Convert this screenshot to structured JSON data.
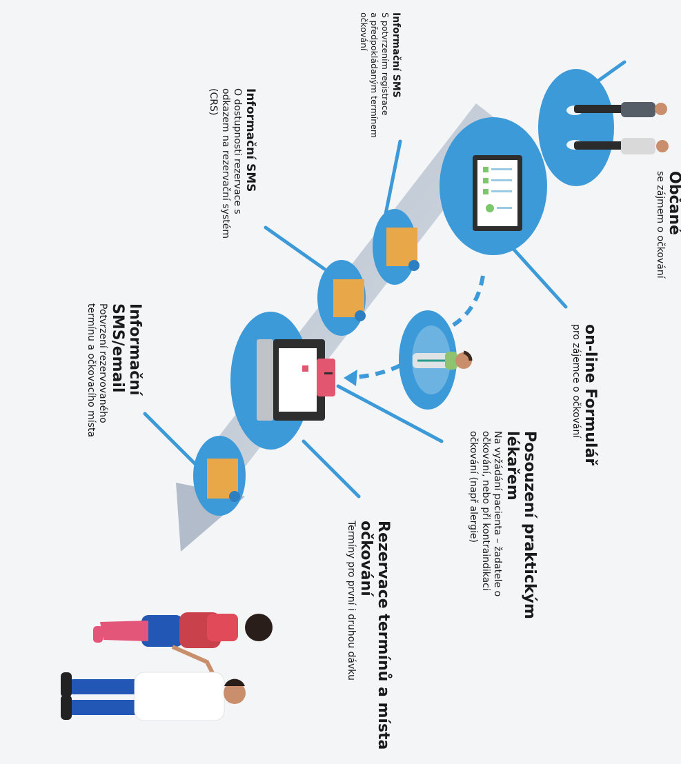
{
  "steps": {
    "obcane": {
      "title": "Občané",
      "desc": [
        "se zájmem o očkování"
      ]
    },
    "formular": {
      "title": "on-line Formulář",
      "desc": [
        "pro zájemce o očkování"
      ]
    },
    "posouzeni": {
      "title": [
        "Posouzení praktickým",
        "lékařem"
      ],
      "desc": [
        "Na vyžádání pacienta – žadatele o",
        "očkování, nebo při kontraindikaci",
        "očkování (např alergie)"
      ]
    },
    "rezervace": {
      "title": [
        "Rezervace termínů a místa",
        "očkování"
      ],
      "desc": [
        "Termíny pro první i druhou dávku"
      ]
    }
  },
  "messages": {
    "sms1": {
      "title": "Informační SMS",
      "desc": [
        "S potvrzením registrace",
        "a předpokládaným termínem",
        "očkování"
      ]
    },
    "sms2": {
      "title": "Informační SMS",
      "desc": [
        "O dostupnosti rezervace s",
        "odkazem na rezervační systém",
        "(CRS)"
      ]
    },
    "sms3": {
      "title": [
        "Informační",
        "SMS/email"
      ],
      "desc": [
        "Potvrzení rezervovaného",
        "termínu a očkovacího místa"
      ]
    }
  },
  "colors": {
    "disc": "#3d9ad9",
    "envelope": "#e8a84a",
    "arrow": "#9aa8bb",
    "dash": "#3d9ad9"
  },
  "icons": {
    "people": "people-icon",
    "form": "online-form-icon",
    "doctor": "doctor-icon",
    "laptop": "laptop-icon",
    "envelope": "envelope-icon",
    "patients": "patients-icon"
  }
}
